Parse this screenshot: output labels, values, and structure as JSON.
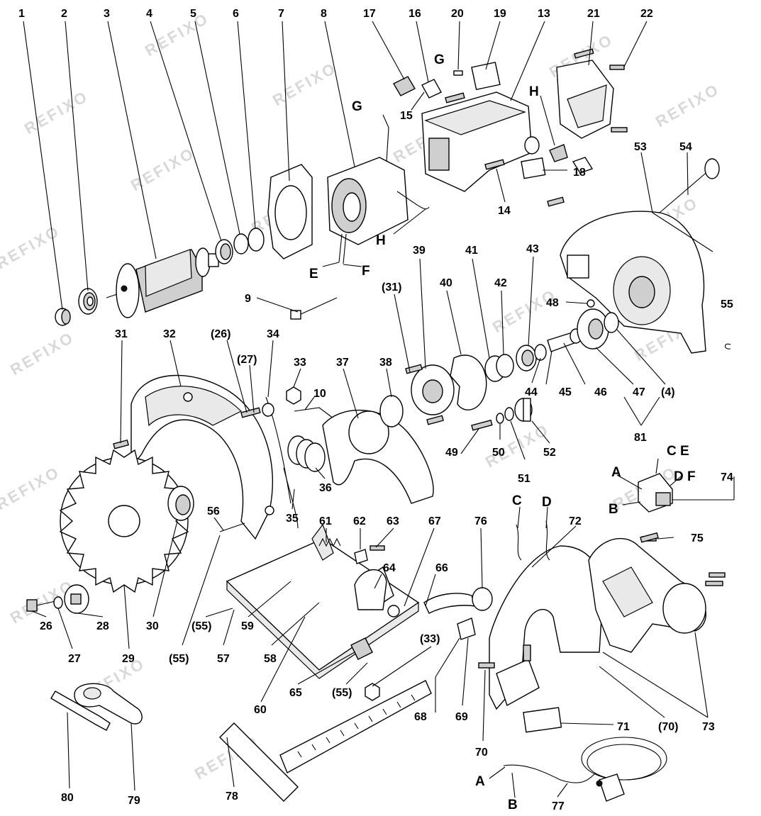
{
  "watermark": "REFIXO",
  "part_labels": [
    "1",
    "2",
    "3",
    "4",
    "5",
    "6",
    "7",
    "8",
    "17",
    "16",
    "20",
    "19",
    "13",
    "21",
    "22",
    "15",
    "14",
    "18",
    "53",
    "54",
    "9",
    "39",
    "(31)",
    "41",
    "40",
    "42",
    "43",
    "48",
    "55",
    "44",
    "45",
    "46",
    "47",
    "(4)",
    "81",
    "31",
    "32",
    "(26)",
    "34",
    "(27)",
    "33",
    "10",
    "37",
    "38",
    "36",
    "35",
    "49",
    "50",
    "51",
    "52",
    "56",
    "61",
    "62",
    "63",
    "67",
    "76",
    "72",
    "64",
    "66",
    "75",
    "26",
    "27",
    "28",
    "29",
    "30",
    "(55)",
    "(55)",
    "57",
    "59",
    "58",
    "60",
    "65",
    "(55)",
    "(33)",
    "68",
    "69",
    "70",
    "(70)",
    "73",
    "71",
    "74",
    "80",
    "79",
    "78",
    "77"
  ],
  "letter_labels": [
    "G",
    "G",
    "H",
    "H",
    "E",
    "F",
    "C",
    "D",
    "C E",
    "D F",
    "A",
    "B",
    "A",
    "B"
  ]
}
